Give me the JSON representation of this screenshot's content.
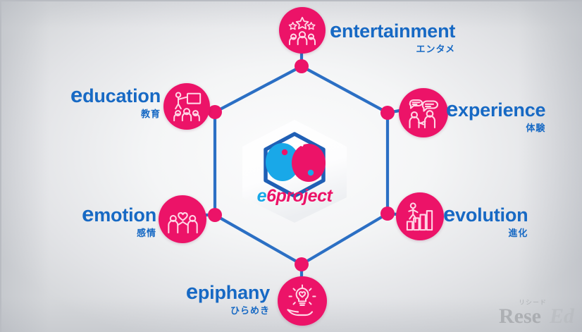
{
  "graphic": {
    "title": "e6project",
    "center_logo": {
      "word_part_1": "e",
      "word_part_2": "6project",
      "icon_name": "hexagon-two-circles-logo"
    },
    "nodes": [
      {
        "id": "entertainment",
        "english": "entertainment",
        "lead_letter": "e",
        "rest": "ntertainment",
        "japanese": "エンタメ",
        "icon": "stars-audience-icon"
      },
      {
        "id": "education",
        "english": "education",
        "lead_letter": "e",
        "rest": "ducation",
        "japanese": "教育",
        "icon": "teacher-whiteboard-students-icon"
      },
      {
        "id": "experience",
        "english": "experience",
        "lead_letter": "e",
        "rest": "xperience",
        "japanese": "体験",
        "icon": "two-people-speech-bubbles-icon"
      },
      {
        "id": "emotion",
        "english": "emotion",
        "lead_letter": "e",
        "rest": "motion",
        "japanese": "感情",
        "icon": "two-people-heart-icon"
      },
      {
        "id": "evolution",
        "english": "evolution",
        "lead_letter": "e",
        "rest": "volution",
        "japanese": "進化",
        "icon": "person-climbing-bar-chart-icon"
      },
      {
        "id": "epiphany",
        "english": "epiphany",
        "lead_letter": "e",
        "rest": "piphany",
        "japanese": "ひらめき",
        "icon": "lightbulb-on-hand-icon"
      }
    ],
    "colors": {
      "pink": "#ec1368",
      "blue": "#1769c4",
      "cyan": "#19a8e8",
      "link_line": "#2b6fc4",
      "background_light": "#fcfcfd",
      "background_dark": "#d6d8db"
    }
  },
  "watermark": {
    "kana": "リシード",
    "text_1": "Rese",
    "text_2": "Ed"
  }
}
